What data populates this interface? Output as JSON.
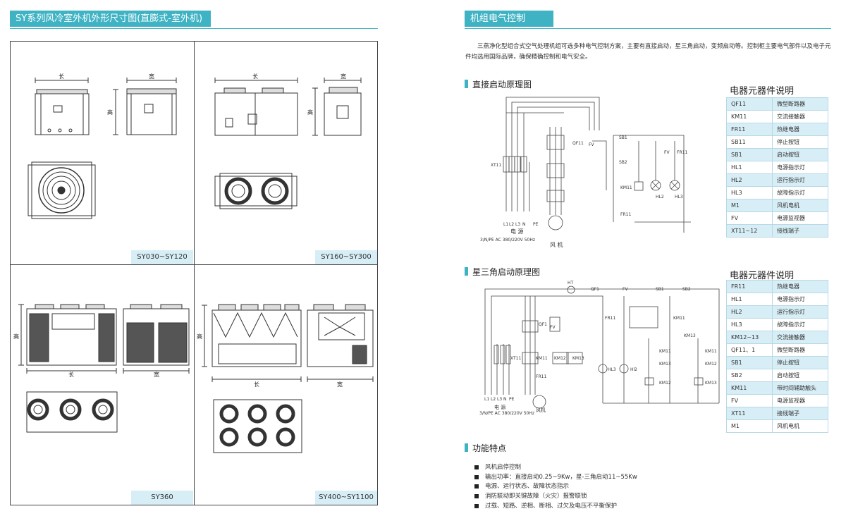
{
  "left_header": {
    "title": "SY系列风冷室外机外形尺寸图(直膨式-室外机)"
  },
  "right_header": {
    "title": "机组电气控制"
  },
  "intro": "三燕净化型组合式空气处理机组可选多种电气控制方案，主要有直接启动，星三角启动，变频启动等。控制柜主要电气部件以及电子元件均选用国际品牌，确保精确控制和电气安全。",
  "models": {
    "m1": "SY030~SY120",
    "m2": "SY160~SY300",
    "m3": "SY360",
    "m4": "SY400~SY1100"
  },
  "dims": {
    "length": "长",
    "width": "宽",
    "height": "高"
  },
  "section_direct": {
    "title": "直接启动原理图"
  },
  "section_star": {
    "title": "星三角启动原理图"
  },
  "section_features": {
    "title": "功能特点"
  },
  "table1": {
    "title": "电器元器件说明",
    "rows": [
      {
        "code": "QF11",
        "desc": "微型断路器"
      },
      {
        "code": "KM11",
        "desc": "交流接触器"
      },
      {
        "code": "FR11",
        "desc": "热继电器"
      },
      {
        "code": "SB11",
        "desc": "停止按钮"
      },
      {
        "code": "SB1",
        "desc": "启动按钮"
      },
      {
        "code": "HL1",
        "desc": "电源指示灯"
      },
      {
        "code": "HL2",
        "desc": "运行指示灯"
      },
      {
        "code": "HL3",
        "desc": "故障指示灯"
      },
      {
        "code": "M1",
        "desc": "风机电机"
      },
      {
        "code": "FV",
        "desc": "电源监视器"
      },
      {
        "code": "XT11~12",
        "desc": "接线端子"
      }
    ]
  },
  "table2": {
    "title": "电器元器件说明",
    "rows": [
      {
        "code": "FR11",
        "desc": "热继电器"
      },
      {
        "code": "HL1",
        "desc": "电源指示灯"
      },
      {
        "code": "HL2",
        "desc": "运行指示灯"
      },
      {
        "code": "HL3",
        "desc": "故障指示灯"
      },
      {
        "code": "KM12~13",
        "desc": "交流接触器"
      },
      {
        "code": "QF11、1",
        "desc": "微型断路器"
      },
      {
        "code": "SB1",
        "desc": "停止按钮"
      },
      {
        "code": "SB2",
        "desc": "启动按钮"
      },
      {
        "code": "KM11",
        "desc": "带时间辅助触头"
      },
      {
        "code": "FV",
        "desc": "电源监视器"
      },
      {
        "code": "XT11",
        "desc": "接线端子"
      },
      {
        "code": "M1",
        "desc": "风机电机"
      }
    ]
  },
  "features": [
    "风机启停控制",
    "输出功率：直接启动0.25~9Kw，星-三角启动11~55Kw",
    "电源、运行状态、故障状态指示",
    "消防联动即关键故障（火灾）报警联锁",
    "过载、短路、逆相、断相、过欠及电压不平衡保护"
  ],
  "diagram1_labels": {
    "power": "电  源",
    "supply": "3/N/PE AC 380/220V 50Hz",
    "fan": "风  机",
    "terminals": "XT11",
    "lines": [
      "L1",
      "L2",
      "L3",
      "N",
      "PE"
    ]
  },
  "diagram2_labels": {
    "power": "电  源",
    "supply": "3/N/PE AC 380/220V 50Hz",
    "fan": "风机",
    "lines": [
      "L1",
      "L2",
      "L3",
      "N",
      "PE"
    ]
  }
}
